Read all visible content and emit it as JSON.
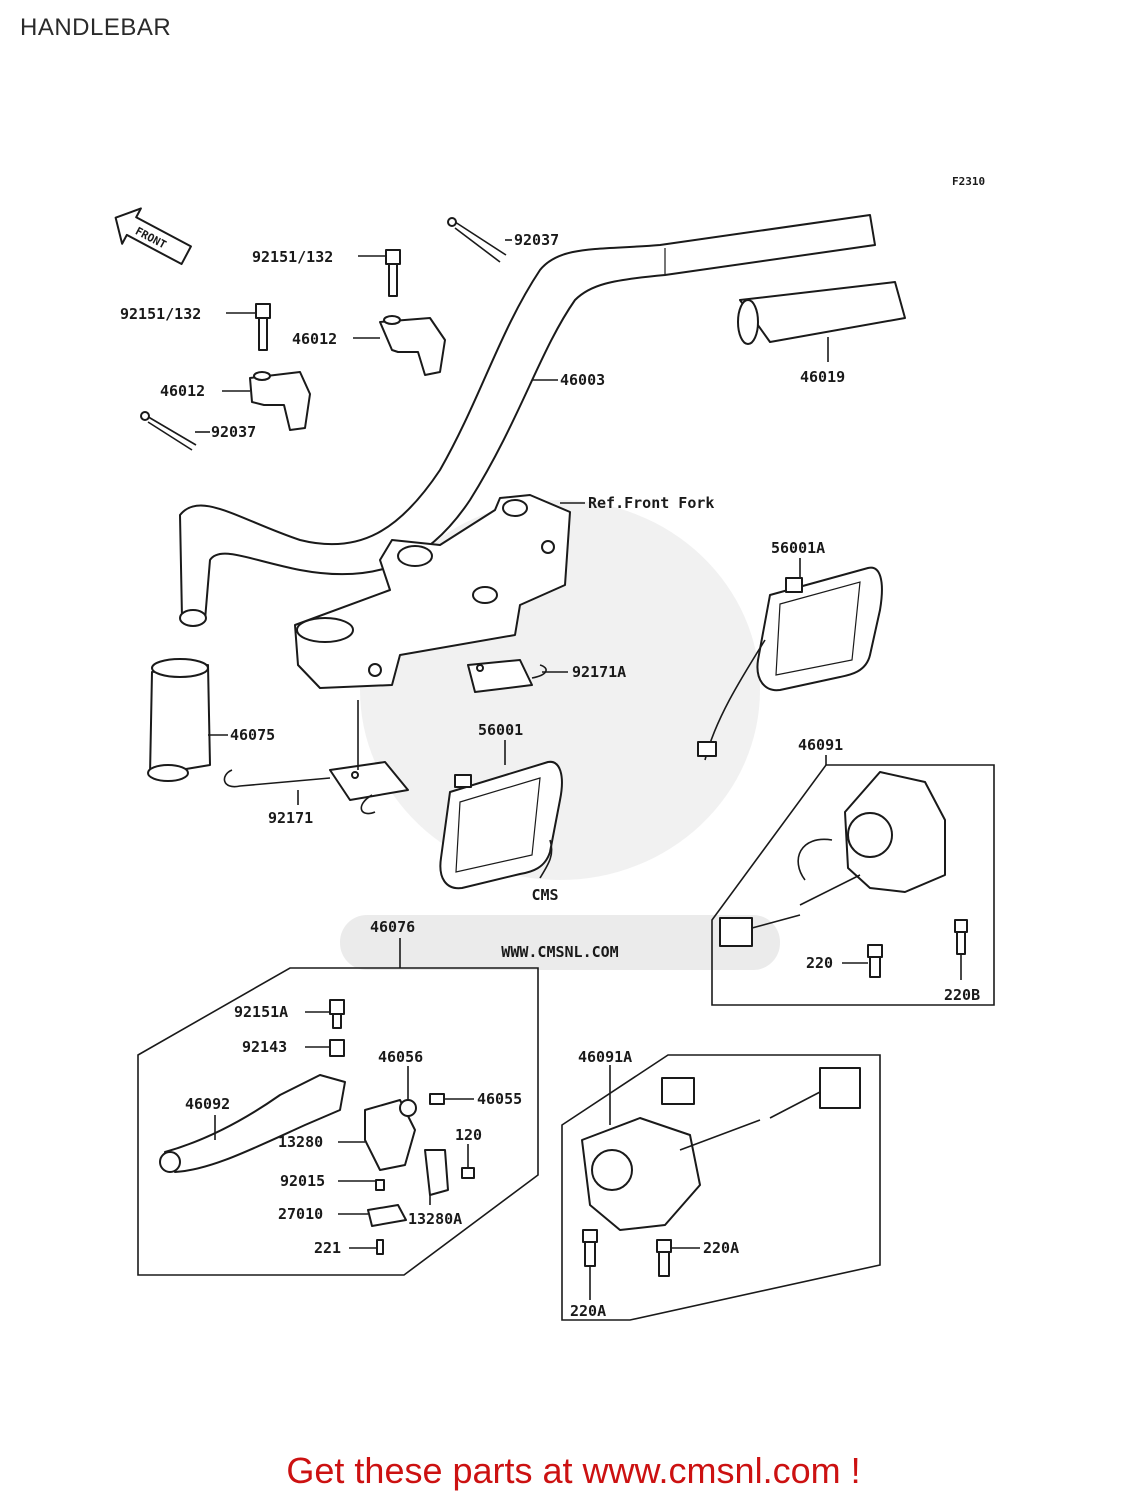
{
  "page": {
    "title": "HANDLEBAR",
    "figure_code": "F2310",
    "front_arrow_label": "FRONT",
    "footer": "Get these parts at www.cmsnl.com !"
  },
  "watermark": {
    "brand": "CMS",
    "url": "WWW.CMSNL.COM"
  },
  "callouts": {
    "c92037_top": "92037",
    "c92151_top": "92151/132",
    "c46012_top": "46012",
    "c92151_left": "92151/132",
    "c46012_left": "46012",
    "c92037_left": "92037",
    "c46003": "46003",
    "c46019": "46019",
    "ref_front_fork": "Ref.Front Fork",
    "c56001A": "56001A",
    "c92171A": "92171A",
    "c46075": "46075",
    "c56001": "56001",
    "c92171": "92171",
    "c46091": "46091",
    "c220": "220",
    "c220B": "220B",
    "c46076": "46076",
    "c92151A": "92151A",
    "c92143": "92143",
    "c46056": "46056",
    "c46055": "46055",
    "c46092": "46092",
    "c13280": "13280",
    "c120": "120",
    "c92015": "92015",
    "c27010": "27010",
    "c13280A": "13280A",
    "c221": "221",
    "c46091A": "46091A",
    "c220A_right": "220A",
    "c220A_bottom": "220A"
  }
}
